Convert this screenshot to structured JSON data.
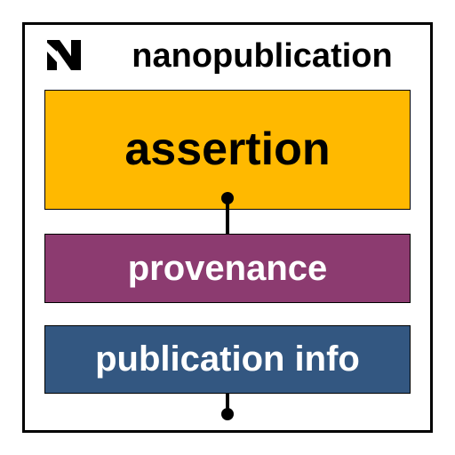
{
  "diagram": {
    "title": "nanopublication",
    "logo_icon": "nanopub-n-logo-icon",
    "blocks": {
      "assertion": {
        "label": "assertion",
        "color": "#FFB900"
      },
      "provenance": {
        "label": "provenance",
        "color": "#8C3B70"
      },
      "publication_info": {
        "label": "publication info",
        "color": "#335781"
      }
    },
    "border_color": "#000000"
  }
}
